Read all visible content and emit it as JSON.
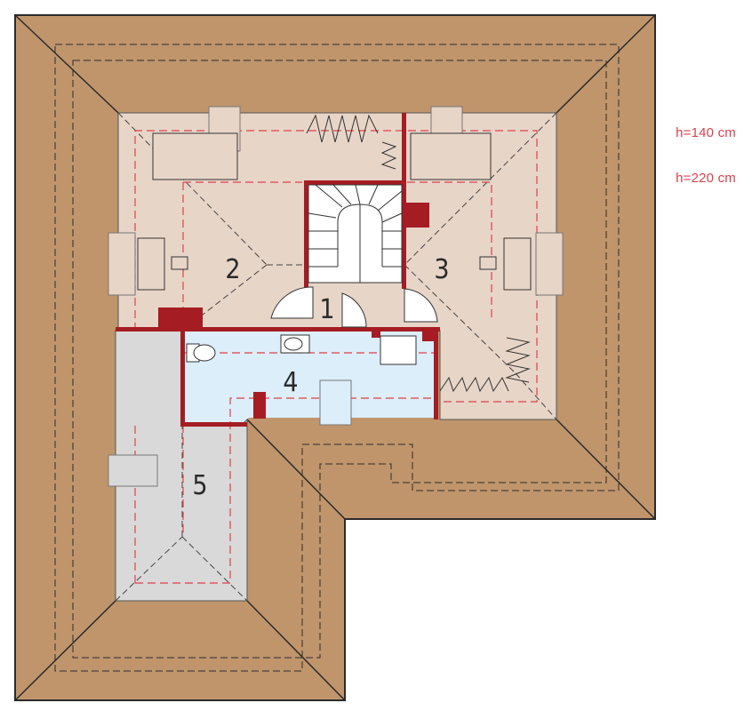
{
  "rooms": [
    {
      "id": "1",
      "label": "1"
    },
    {
      "id": "2",
      "label": "2"
    },
    {
      "id": "3",
      "label": "3"
    },
    {
      "id": "4",
      "label": "4"
    },
    {
      "id": "5",
      "label": "5"
    }
  ],
  "legend": {
    "h140": "h=140 cm",
    "h220": "h=220 cm"
  },
  "colors": {
    "roof": "#c0956c",
    "room_beige": "#e7d5c8",
    "bathroom": "#dceef9",
    "attic": "#d9d9d9",
    "wall": "#a51c23",
    "height_line": "#e0404a",
    "roof_line": "#333333"
  }
}
